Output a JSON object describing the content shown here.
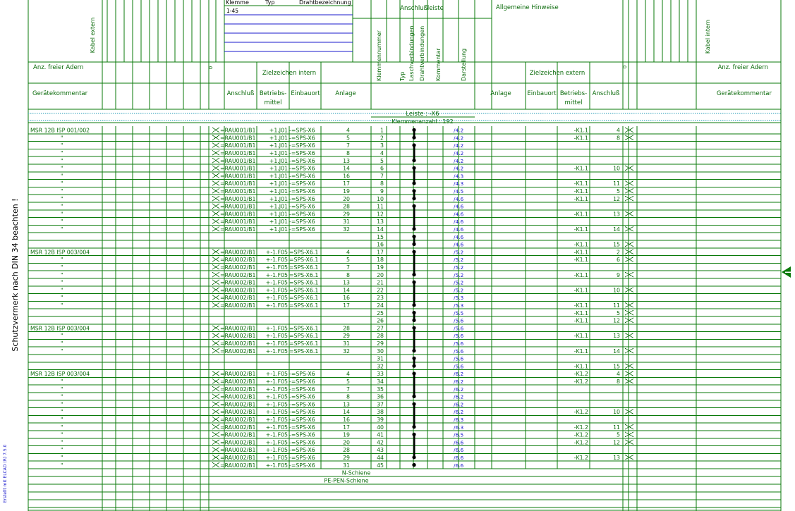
{
  "colors": {
    "grid": "#0a7a0a",
    "text": "#0a6a0a",
    "ink": "#000000",
    "blue": "#1a1acc",
    "dot": "#5ab4c8"
  },
  "side_text": "Schutzvermerk nach DIN 34 beachten !",
  "creator": "Erstellt mit ELCAD (R) 7.5.0",
  "header": {
    "klemme": "Klemme",
    "typ": "Typ",
    "drahtbez": "Drahtbezeichnung",
    "klemme_val": "1-45",
    "anschlussleiste": "Anschlußleiste",
    "allg_hinweise": "Allgemeine Hinweise",
    "kabel_extern": "Kabel extern",
    "kabel_intern": "Kabel intern",
    "anz_freier_adern_l": "Anz. freier Adern",
    "anz_freier_adern_r": "Anz. freier Adern",
    "zero_l": "0",
    "zero_r": "0",
    "ziel_intern": "Zielzeichen intern",
    "ziel_extern": "Zielzeichen extern",
    "vcols": [
      "Klemmennummer",
      "Typ",
      "Laschverbindungen",
      "Drahtverbindungen",
      "Kommentar",
      "Darstellung"
    ]
  },
  "colhdr": {
    "geraete_l": "Gerätekommentar",
    "anschluss_l": "Anschluß",
    "betriebs_l": [
      "Betriebs-",
      "mittel"
    ],
    "einbauort_l": "Einbauort",
    "anlage_l": "Anlage",
    "anlage_r": "Anlage",
    "einbauort_r": "Einbauort",
    "betriebs_r": [
      "Betriebs-",
      "mittel"
    ],
    "anschluss_r": "Anschluß",
    "geraete_r": "Gerätekommentar"
  },
  "leiste": "Leiste : -X6",
  "klemmenanzahl": "Klemmenanzahl : 192",
  "rows": [
    {
      "g": "MSR 12B ISP 001/002",
      "a": "=RAU001/B1",
      "b": "+1.J01",
      "e": "-=SPS-X6",
      "an": "4",
      "k": "1",
      "d": "/4.2",
      "rb": "-K1.1",
      "ra": "4",
      "x": true
    },
    {
      "g": "\"",
      "a": "=RAU001/B1",
      "b": "+1.J01",
      "e": "-=SPS-X6",
      "an": "5",
      "k": "2",
      "d": "/4.2",
      "rb": "-K1.1",
      "ra": "8",
      "x": true
    },
    {
      "g": "\"",
      "a": "=RAU001/B1",
      "b": "+1.J01",
      "e": "-=SPS-X6",
      "an": "7",
      "k": "3",
      "d": "/4.2",
      "rb": "",
      "ra": "",
      "x": false
    },
    {
      "g": "\"",
      "a": "=RAU001/B1",
      "b": "+1.J01",
      "e": "-=SPS-X6",
      "an": "8",
      "k": "4",
      "d": "/4.2",
      "rb": "",
      "ra": "",
      "x": false
    },
    {
      "g": "\"",
      "a": "=RAU001/B1",
      "b": "+1.J01",
      "e": "-=SPS-X6",
      "an": "13",
      "k": "5",
      "d": "/4.2",
      "rb": "",
      "ra": "",
      "x": false
    },
    {
      "g": "\"",
      "a": "=RAU001/B1",
      "b": "+1.J01",
      "e": "-=SPS-X6",
      "an": "14",
      "k": "6",
      "d": "/4.2",
      "rb": "-K1.1",
      "ra": "10",
      "x": true
    },
    {
      "g": "\"",
      "a": "=RAU001/B1",
      "b": "+1.J01",
      "e": "-=SPS-X6",
      "an": "16",
      "k": "7",
      "d": "/4.3",
      "rb": "",
      "ra": "",
      "x": false
    },
    {
      "g": "\"",
      "a": "=RAU001/B1",
      "b": "+1.J01",
      "e": "-=SPS-X6",
      "an": "17",
      "k": "8",
      "d": "/4.3",
      "rb": "-K1.1",
      "ra": "11",
      "x": true
    },
    {
      "g": "\"",
      "a": "=RAU001/B1",
      "b": "+1.J01",
      "e": "-=SPS-X6",
      "an": "19",
      "k": "9",
      "d": "/4.5",
      "rb": "-K1.1",
      "ra": "5",
      "x": true
    },
    {
      "g": "\"",
      "a": "=RAU001/B1",
      "b": "+1.J01",
      "e": "-=SPS-X6",
      "an": "20",
      "k": "10",
      "d": "/4.6",
      "rb": "-K1.1",
      "ra": "12",
      "x": true
    },
    {
      "g": "\"",
      "a": "=RAU001/B1",
      "b": "+1.J01",
      "e": "-=SPS-X6",
      "an": "28",
      "k": "11",
      "d": "/4.6",
      "rb": "",
      "ra": "",
      "x": false
    },
    {
      "g": "\"",
      "a": "=RAU001/B1",
      "b": "+1.J01",
      "e": "-=SPS-X6",
      "an": "29",
      "k": "12",
      "d": "/4.6",
      "rb": "-K1.1",
      "ra": "13",
      "x": true
    },
    {
      "g": "\"",
      "a": "=RAU001/B1",
      "b": "+1.J01",
      "e": "-=SPS-X6",
      "an": "31",
      "k": "13",
      "d": "/4.6",
      "rb": "",
      "ra": "",
      "x": false
    },
    {
      "g": "\"",
      "a": "=RAU001/B1",
      "b": "+1.J01",
      "e": "-=SPS-X6",
      "an": "32",
      "k": "14",
      "d": "/4.6",
      "rb": "-K1.1",
      "ra": "14",
      "x": true
    },
    {
      "g": "",
      "a": "",
      "b": "",
      "e": "",
      "an": "",
      "k": "15",
      "d": "/4.6",
      "rb": "",
      "ra": "",
      "x": false
    },
    {
      "g": "",
      "a": "",
      "b": "",
      "e": "",
      "an": "",
      "k": "16",
      "d": "/4.6",
      "rb": "-K1.1",
      "ra": "15",
      "x": true
    },
    {
      "g": "MSR 12B ISP 003/004",
      "a": "=RAU002/B1",
      "b": "+-1.F05",
      "e": "=SPS-X6.1",
      "an": "4",
      "k": "17",
      "d": "/5.2",
      "rb": "-K1.1",
      "ra": "2",
      "x": true
    },
    {
      "g": "\"",
      "a": "=RAU002/B1",
      "b": "+-1.F05",
      "e": "=SPS-X6.1",
      "an": "5",
      "k": "18",
      "d": "/5.2",
      "rb": "-K1.1",
      "ra": "6",
      "x": true
    },
    {
      "g": "\"",
      "a": "=RAU002/B1",
      "b": "+-1.F05",
      "e": "=SPS-X6.1",
      "an": "7",
      "k": "19",
      "d": "/5.2",
      "rb": "",
      "ra": "",
      "x": false
    },
    {
      "g": "\"",
      "a": "=RAU002/B1",
      "b": "+-1.F05",
      "e": "=SPS-X6.1",
      "an": "8",
      "k": "20",
      "d": "/5.2",
      "rb": "-K1.1",
      "ra": "9",
      "x": true
    },
    {
      "g": "\"",
      "a": "=RAU002/B1",
      "b": "+-1.F05",
      "e": "=SPS-X6.1",
      "an": "13",
      "k": "21",
      "d": "/5.2",
      "rb": "",
      "ra": "",
      "x": false
    },
    {
      "g": "\"",
      "a": "=RAU002/B1",
      "b": "+-1.F05",
      "e": "=SPS-X6.1",
      "an": "14",
      "k": "22",
      "d": "/5.2",
      "rb": "-K1.1",
      "ra": "10",
      "x": true
    },
    {
      "g": "\"",
      "a": "=RAU002/B1",
      "b": "+-1.F05",
      "e": "=SPS-X6.1",
      "an": "16",
      "k": "23",
      "d": "/5.3",
      "rb": "",
      "ra": "",
      "x": false
    },
    {
      "g": "\"",
      "a": "=RAU002/B1",
      "b": "+-1.F05",
      "e": "=SPS-X6.1",
      "an": "17",
      "k": "24",
      "d": "/5.3",
      "rb": "-K1.1",
      "ra": "11",
      "x": true
    },
    {
      "g": "",
      "a": "",
      "b": "",
      "e": "",
      "an": "",
      "k": "25",
      "d": "/5.5",
      "rb": "-K1.1",
      "ra": "5",
      "x": true
    },
    {
      "g": "",
      "a": "",
      "b": "",
      "e": "",
      "an": "",
      "k": "26",
      "d": "/5.6",
      "rb": "-K1.1",
      "ra": "12",
      "x": true
    },
    {
      "g": "MSR 12B ISP 003/004",
      "a": "=RAU002/B1",
      "b": "+-1.F05",
      "e": "=SPS-X6.1",
      "an": "28",
      "k": "27",
      "d": "/5.6",
      "rb": "",
      "ra": "",
      "x": false
    },
    {
      "g": "\"",
      "a": "=RAU002/B1",
      "b": "+-1.F05",
      "e": "=SPS-X6.1",
      "an": "29",
      "k": "28",
      "d": "/5.6",
      "rb": "-K1.1",
      "ra": "13",
      "x": true
    },
    {
      "g": "\"",
      "a": "=RAU002/B1",
      "b": "+-1.F05",
      "e": "=SPS-X6.1",
      "an": "31",
      "k": "29",
      "d": "/5.6",
      "rb": "",
      "ra": "",
      "x": false
    },
    {
      "g": "\"",
      "a": "=RAU002/B1",
      "b": "+-1.F05",
      "e": "=SPS-X6.1",
      "an": "32",
      "k": "30",
      "d": "/5.6",
      "rb": "-K1.1",
      "ra": "14",
      "x": true
    },
    {
      "g": "",
      "a": "",
      "b": "",
      "e": "",
      "an": "",
      "k": "31",
      "d": "/5.6",
      "rb": "",
      "ra": "",
      "x": false
    },
    {
      "g": "",
      "a": "",
      "b": "",
      "e": "",
      "an": "",
      "k": "32",
      "d": "/5.6",
      "rb": "-K1.1",
      "ra": "15",
      "x": true
    },
    {
      "g": "MSR 12B ISP 003/004",
      "a": "=RAU002/B1",
      "b": "+-1.F05",
      "e": "-=SPS-X6",
      "an": "4",
      "k": "33",
      "d": "/6.2",
      "rb": "-K1.2",
      "ra": "4",
      "x": true
    },
    {
      "g": "\"",
      "a": "=RAU002/B1",
      "b": "+-1.F05",
      "e": "-=SPS-X6",
      "an": "5",
      "k": "34",
      "d": "/6.2",
      "rb": "-K1.2",
      "ra": "8",
      "x": true
    },
    {
      "g": "\"",
      "a": "=RAU002/B1",
      "b": "+-1.F05",
      "e": "-=SPS-X6",
      "an": "7",
      "k": "35",
      "d": "/6.2",
      "rb": "",
      "ra": "",
      "x": false
    },
    {
      "g": "\"",
      "a": "=RAU002/B1",
      "b": "+-1.F05",
      "e": "-=SPS-X6",
      "an": "8",
      "k": "36",
      "d": "/6.2",
      "rb": "",
      "ra": "",
      "x": false
    },
    {
      "g": "\"",
      "a": "=RAU002/B1",
      "b": "+-1.F05",
      "e": "-=SPS-X6",
      "an": "13",
      "k": "37",
      "d": "/6.2",
      "rb": "",
      "ra": "",
      "x": false
    },
    {
      "g": "\"",
      "a": "=RAU002/B1",
      "b": "+-1.F05",
      "e": "-=SPS-X6",
      "an": "14",
      "k": "38",
      "d": "/6.2",
      "rb": "-K1.2",
      "ra": "10",
      "x": true
    },
    {
      "g": "\"",
      "a": "=RAU002/B1",
      "b": "+-1.F05",
      "e": "-=SPS-X6",
      "an": "16",
      "k": "39",
      "d": "/6.3",
      "rb": "",
      "ra": "",
      "x": false
    },
    {
      "g": "\"",
      "a": "=RAU002/B1",
      "b": "+-1.F05",
      "e": "-=SPS-X6",
      "an": "17",
      "k": "40",
      "d": "/6.3",
      "rb": "-K1.2",
      "ra": "11",
      "x": true
    },
    {
      "g": "\"",
      "a": "=RAU002/B1",
      "b": "+-1.F05",
      "e": "-=SPS-X6",
      "an": "19",
      "k": "41",
      "d": "/6.5",
      "rb": "-K1.2",
      "ra": "5",
      "x": true
    },
    {
      "g": "\"",
      "a": "=RAU002/B1",
      "b": "+-1.F05",
      "e": "-=SPS-X6",
      "an": "20",
      "k": "42",
      "d": "/6.6",
      "rb": "-K1.2",
      "ra": "12",
      "x": true
    },
    {
      "g": "\"",
      "a": "=RAU002/B1",
      "b": "+-1.F05",
      "e": "-=SPS-X6",
      "an": "28",
      "k": "43",
      "d": "/6.6",
      "rb": "",
      "ra": "",
      "x": false
    },
    {
      "g": "\"",
      "a": "=RAU002/B1",
      "b": "+-1.F05",
      "e": "-=SPS-X6",
      "an": "29",
      "k": "44",
      "d": "/6.6",
      "rb": "-K1.2",
      "ra": "13",
      "x": true
    },
    {
      "g": "\"",
      "a": "=RAU002/B1",
      "b": "+-1.F05",
      "e": "-=SPS-X6",
      "an": "31",
      "k": "45",
      "d": "/6.6",
      "rb": "",
      "ra": "",
      "x": false
    }
  ],
  "footer": {
    "n_schiene": "N-Schiene",
    "pe_schiene": "PE-PEN-Schiene"
  }
}
